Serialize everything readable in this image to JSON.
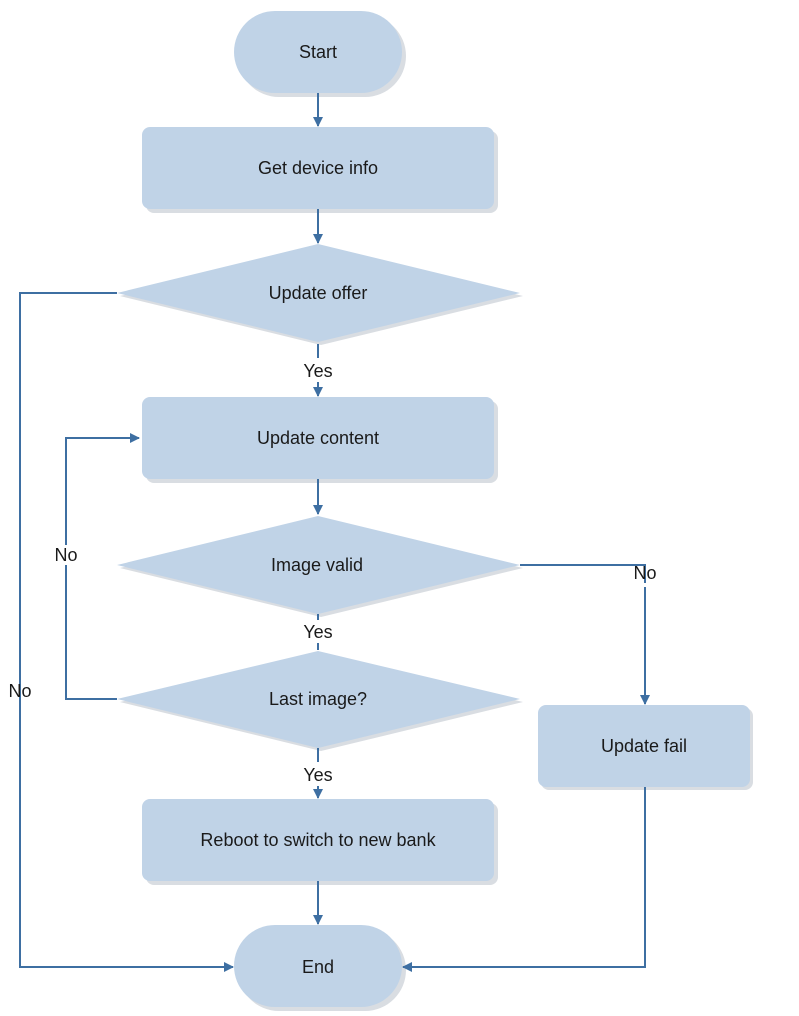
{
  "colors": {
    "shape_fill": "#c0d3e7",
    "shape_shadow": "#d9dde2",
    "connector": "#3e6fa2",
    "text": "#1a1a1a"
  },
  "nodes": {
    "start": "Start",
    "get_device_info": "Get device info",
    "update_offer": "Update offer",
    "update_content": "Update content",
    "image_valid": "Image valid",
    "last_image": "Last image?",
    "update_fail": "Update fail",
    "reboot": "Reboot to switch to new bank",
    "end": "End"
  },
  "edge_labels": {
    "offer_yes": "Yes",
    "offer_no": "No",
    "valid_yes": "Yes",
    "valid_no": "No",
    "last_yes": "Yes",
    "last_no": "No"
  }
}
